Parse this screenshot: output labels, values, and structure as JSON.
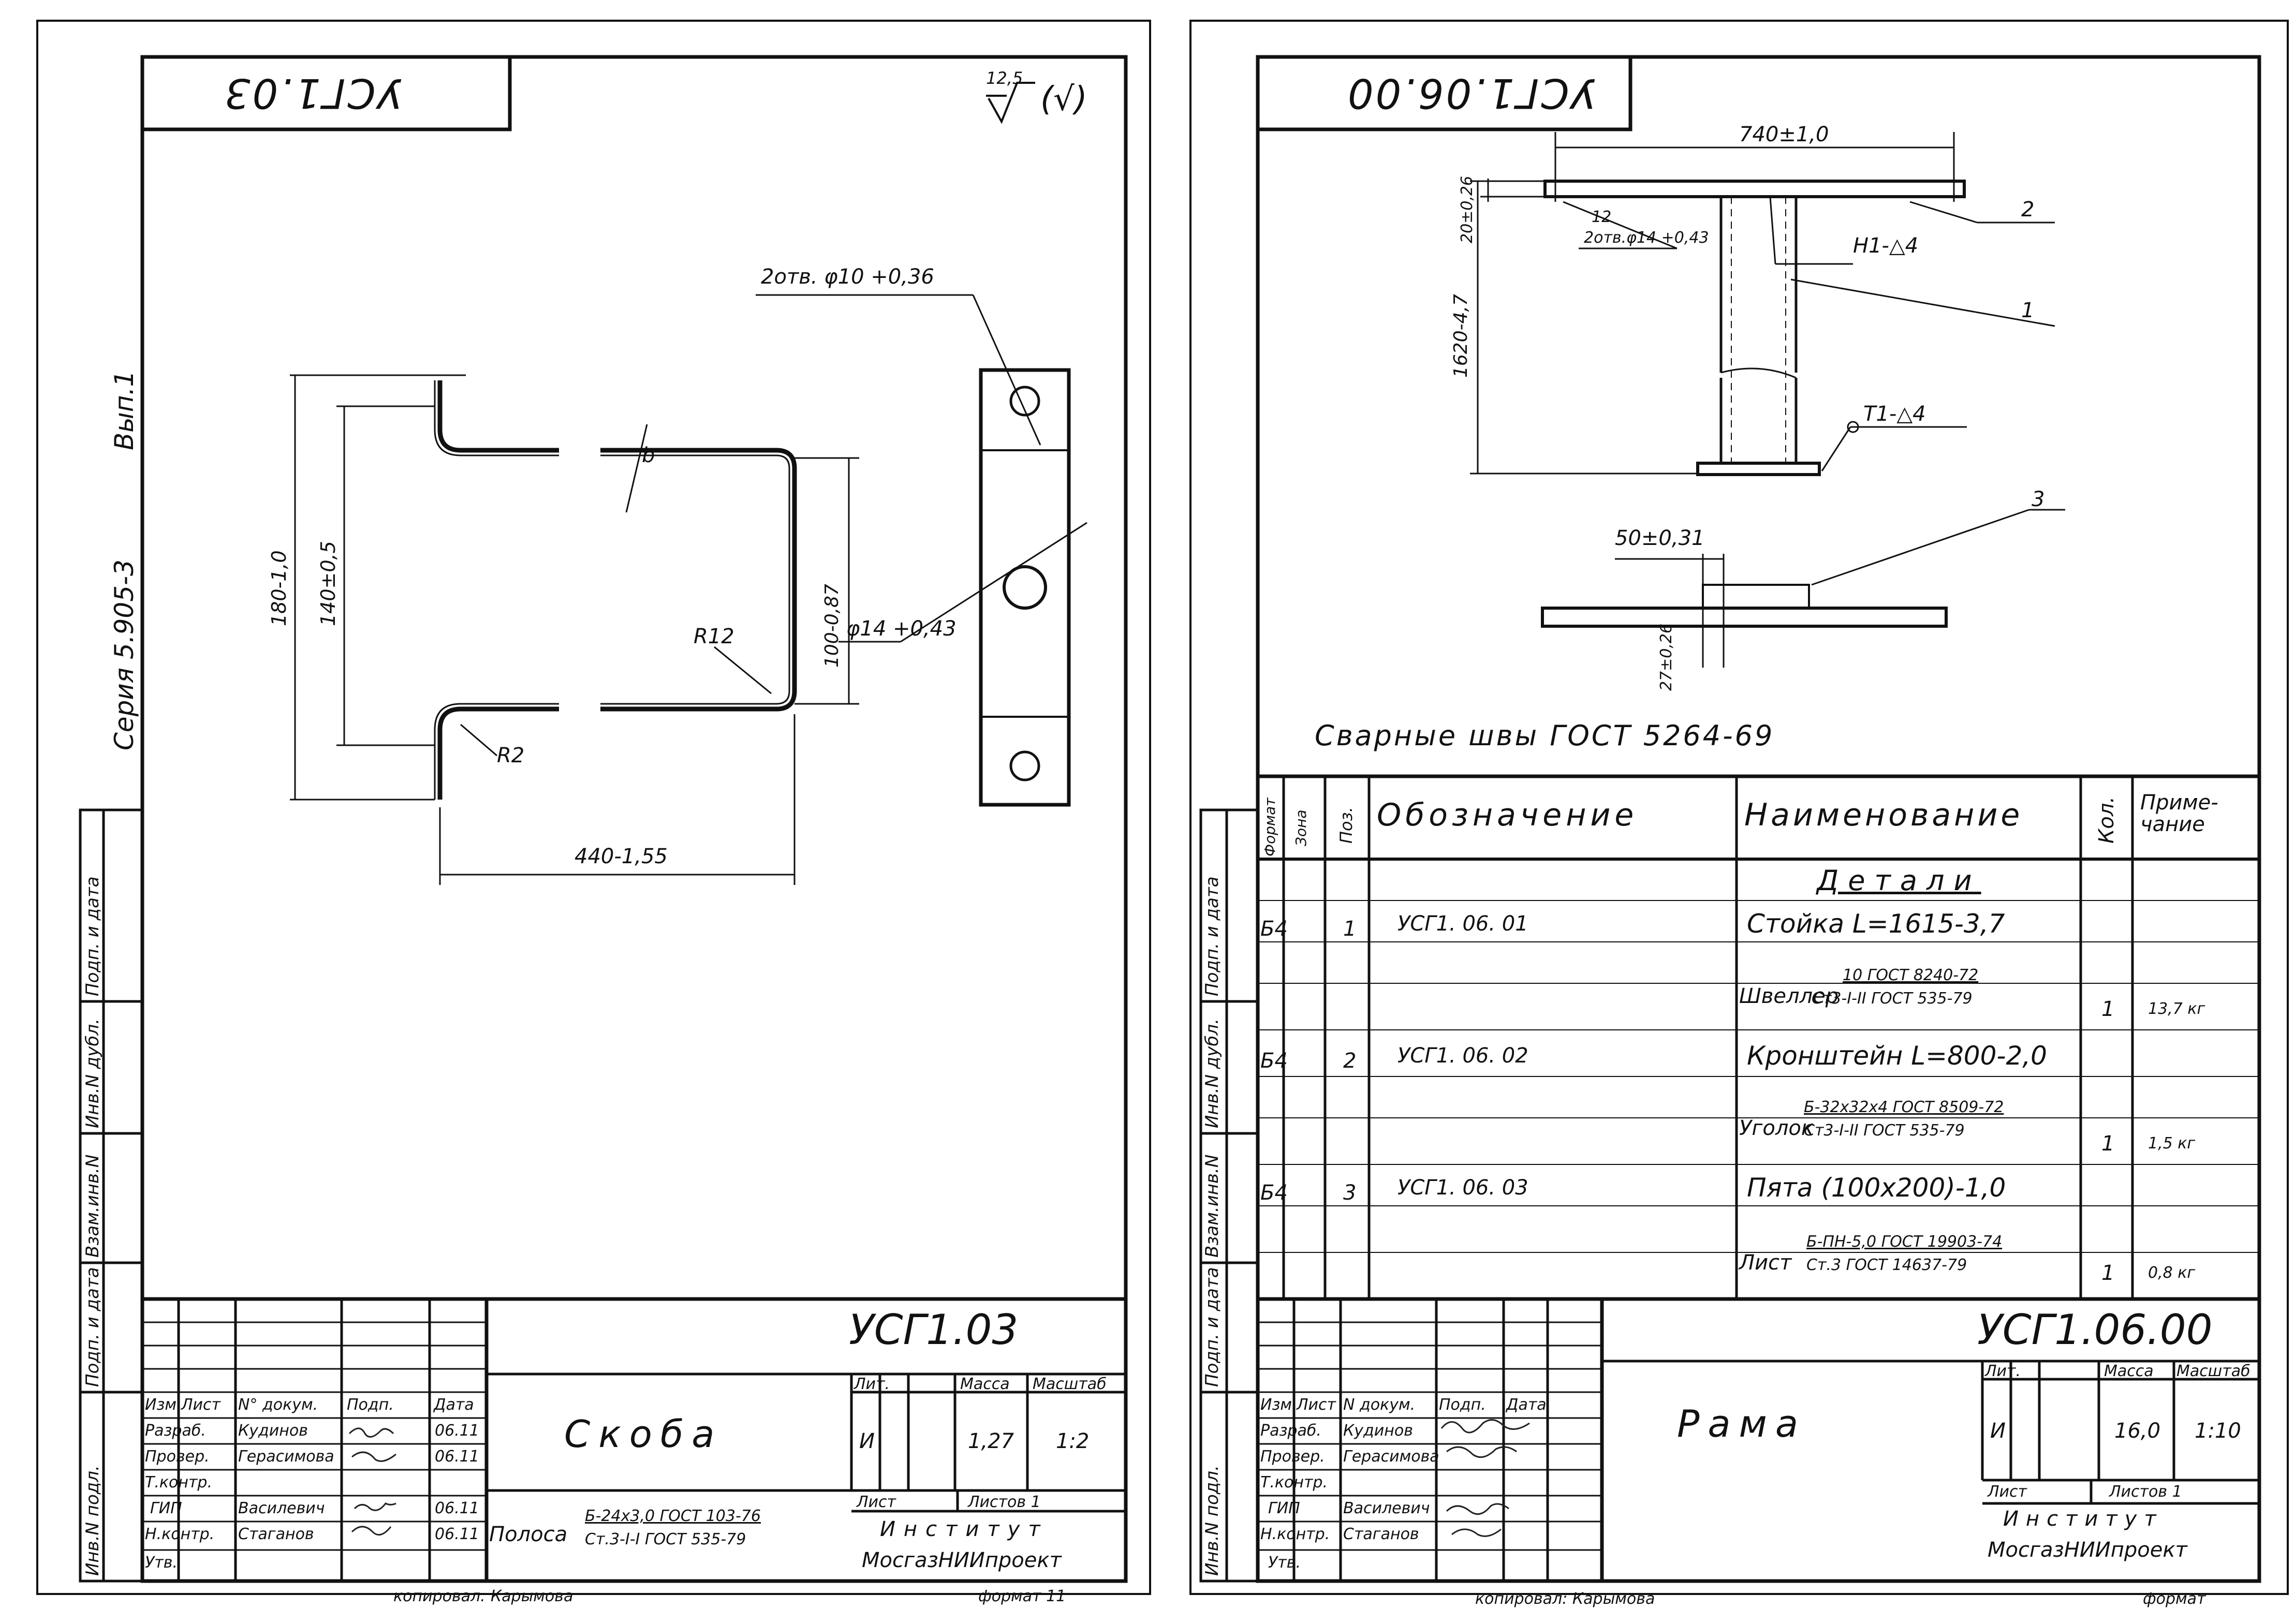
{
  "left_sheet": {
    "code_tab": "УСГ1.03",
    "roughness": "12,5",
    "series_label": "Серия 5.905-3",
    "issue_label": "Вып.1",
    "dims": {
      "height_total": "180-1,0",
      "height_inner": "140±0,5",
      "height_right": "100-0,87",
      "width": "440-1,55",
      "hole_small": "2отв. φ10 +0,36",
      "hole_large": "φ14 +0,43",
      "radius_big": "R12",
      "radius_small": "R2",
      "cut_mark": "b"
    },
    "side_labels": [
      "Инв.N подл.",
      "Подп. и дата",
      "Взам.инв.N",
      "Инв.N дубл.",
      "Подп. и дата"
    ],
    "title_block": {
      "designation": "УСГ1.03",
      "name": "Скоба",
      "material_name": "Полоса",
      "material_top": "Б-24х3,0 ГОСТ 103-76",
      "material_bottom": "Ст.3-I-I ГОСТ 535-79",
      "lit_header": "Лит.",
      "mass_header": "Масса",
      "scale_header": "Масштаб",
      "lit_value": "И",
      "mass_value": "1,27",
      "scale_value": "1:2",
      "sheet_label": "Лист",
      "sheets_label": "Листов 1",
      "institute_line1": "Институт",
      "institute_line2": "МосгазНИИпроект",
      "header_cells": [
        "Изм",
        "Лист",
        "N° докум.",
        "Подп.",
        "Дата"
      ],
      "roles": [
        {
          "role": "Разраб.",
          "name": "Кудинов"
        },
        {
          "role": "Провер.",
          "name": "Герасимова"
        },
        {
          "role": "Т.контр.",
          "name": ""
        },
        {
          "role": "ГИП",
          "name": "Василевич"
        },
        {
          "role": "Н.контр.",
          "name": "Стаганов"
        },
        {
          "role": "Утв.",
          "name": ""
        }
      ],
      "dates": [
        "06.11",
        "06.11",
        "",
        "06.11",
        "06.11",
        ""
      ]
    },
    "footer_copied": "копировал: Карымова",
    "footer_format": "формат 11"
  },
  "right_sheet": {
    "code_tab": "УСГ1.06.00",
    "dims": {
      "top_width": "740±1,0",
      "height_left": "20±0,26",
      "total_height": "1620-4,7",
      "holes": "2отв.φ14 +0,43",
      "angle": "12",
      "foot_offset": "50±0,31",
      "foot_height": "27±0,26"
    },
    "callouts": {
      "c1": "1",
      "c2": "2",
      "c3": "3",
      "weld_h": "Н1-△4",
      "weld_t": "Т1-△4"
    },
    "weld_note": "Сварные швы ГОСТ 5264-69",
    "spec": {
      "headers": {
        "format": "Формат",
        "zone": "Зона",
        "pos": "Поз.",
        "designation": "Обозначение",
        "name": "Наименование",
        "qty": "Кол.",
        "note": "Приме-чание"
      },
      "section": "Детали",
      "rows": [
        {
          "format": "Б4",
          "pos": "1",
          "designation": "УСГ1. 06. 01",
          "name": "Стойка L=1615-3,7",
          "material": "Швеллер",
          "mat_top": "10 ГОСТ 8240-72",
          "mat_bot": "Ст3-I-II ГОСТ 535-79",
          "qty": "1",
          "note": "13,7 кг"
        },
        {
          "format": "Б4",
          "pos": "2",
          "designation": "УСГ1. 06. 02",
          "name": "Кронштейн L=800-2,0",
          "material": "Уголок",
          "mat_top": "Б-32х32х4 ГОСТ 8509-72",
          "mat_bot": "Ст3-I-II ГОСТ 535-79",
          "qty": "1",
          "note": "1,5 кг"
        },
        {
          "format": "Б4",
          "pos": "3",
          "designation": "УСГ1. 06. 03",
          "name": "Пята (100х200)-1,0",
          "material": "Лист",
          "mat_top": "Б-ПН-5,0 ГОСТ 19903-74",
          "mat_bot": "Ст.3 ГОСТ 14637-79",
          "qty": "1",
          "note": "0,8 кг"
        }
      ]
    },
    "side_labels": [
      "Инв.N подл.",
      "Подп. и дата",
      "Взам.инв.N",
      "Инв.N дубл.",
      "Подп. и дата"
    ],
    "title_block": {
      "designation": "УСГ1.06.00",
      "name": "Рама",
      "lit_header": "Лит.",
      "mass_header": "Масса",
      "scale_header": "Масштаб",
      "lit_value": "И",
      "mass_value": "16,0",
      "scale_value": "1:10",
      "sheet_label": "Лист",
      "sheets_label": "Листов 1",
      "institute_line1": "Институт",
      "institute_line2": "МосгазНИИпроект",
      "header_cells": [
        "Изм",
        "Лист",
        "N докум.",
        "Подп.",
        "Дата"
      ],
      "roles": [
        {
          "role": "Разраб.",
          "name": "Кудинов"
        },
        {
          "role": "Провер.",
          "name": "Герасимова"
        },
        {
          "role": "Т.контр.",
          "name": ""
        },
        {
          "role": "ГИП",
          "name": "Василевич"
        },
        {
          "role": "Н.контр.",
          "name": "Стаганов"
        },
        {
          "role": "Утв.",
          "name": ""
        }
      ]
    },
    "footer_copied": "копировал: Карымова",
    "footer_format": "формат"
  }
}
